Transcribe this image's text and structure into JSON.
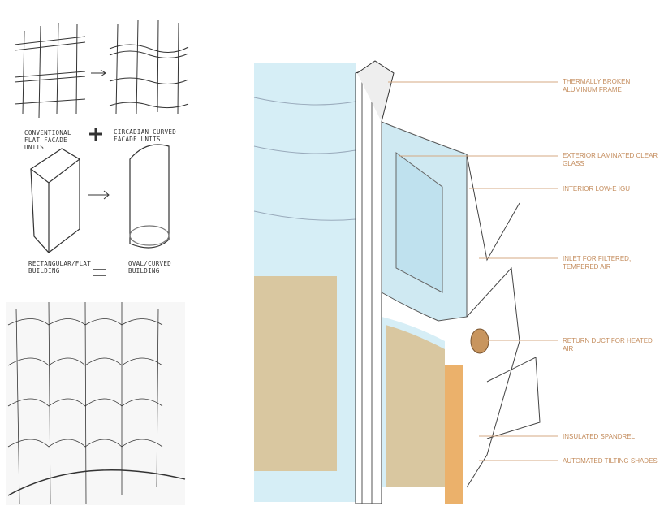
{
  "sketch_notes": {
    "conventional": "Conventional flat facade units",
    "circadian": "Circadian curved facade units",
    "rectangular": "Rectangular/flat building",
    "oval": "Oval/curved building"
  },
  "callouts": [
    {
      "text": "Thermally broken aluminum frame"
    },
    {
      "text": "Exterior laminated clear glass"
    },
    {
      "text": "Interior Low-E IGU"
    },
    {
      "text": "Inlet for filtered, tempered air"
    },
    {
      "text": "Return duct for heated air"
    },
    {
      "text": "Insulated spandrel"
    },
    {
      "text": "Automated tilting shades"
    }
  ],
  "colors": {
    "callout": "#c48d5e",
    "glass": "#cfe9f2",
    "shade": "#d9b98a",
    "duct": "#c8955e"
  }
}
